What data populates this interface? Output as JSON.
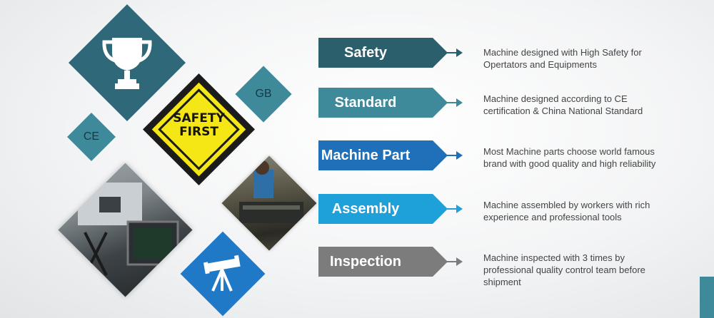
{
  "badges": {
    "gb": "GB",
    "ce": "CE",
    "sign_line1": "SAFETY",
    "sign_line2": "FIRST"
  },
  "features": [
    {
      "label": "Safety",
      "description": "Machine designed with High Safety for Opertators and Equipments",
      "color": "#2c5f6c"
    },
    {
      "label": "Standard",
      "description": "Machine designed according to CE certification &  China National Standard",
      "color": "#3e8a9b"
    },
    {
      "label": "Machine Part",
      "description": "Most Machine parts choose world famous brand with good quality and high reliability",
      "color": "#1f6fb9"
    },
    {
      "label": "Assembly",
      "description": "Machine assembled by workers with rich experience and professional tools",
      "color": "#1ea0d8"
    },
    {
      "label": "Inspection",
      "description": "Machine inspected with 3 times by professional quality control team before shipment",
      "color": "#7c7c7c"
    }
  ],
  "icons": [
    "trophy-icon",
    "telescope-icon"
  ]
}
